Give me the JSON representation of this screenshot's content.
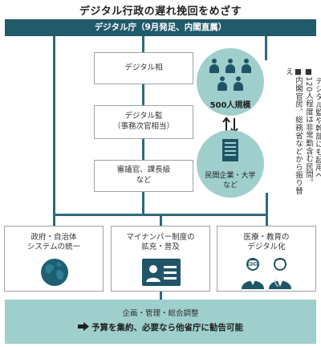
{
  "title": "デジタル行政の遅れ挽回をめざす",
  "agency": "デジタル庁（9月発足、内閣直属）",
  "roles": [
    {
      "line1": "デジタル相",
      "line2": ""
    },
    {
      "line1": "デジタル監",
      "line2": "（事務次官相当）"
    },
    {
      "line1": "審議官、課長級",
      "line2": "など"
    }
  ],
  "staff": {
    "scale": "500人規模",
    "source": "民間企業・大学",
    "source_suffix": "など",
    "note_line1": "■内閣官房、総務省などから振り替え",
    "note_line2": "■120人程度は非常勤含む民間。",
    "note_line3": "デジタル監や幹部にも起用へ"
  },
  "cards": [
    {
      "line1": "政府・自治体",
      "line2": "システムの統一",
      "icon": "globe-icon"
    },
    {
      "line1": "マイナンバー制度の",
      "line2": "拡充・普及",
      "icon": "id-card-icon"
    },
    {
      "line1": "医療・教育の",
      "line2": "デジタル化",
      "icon": "doctors-icon"
    }
  ],
  "bottom": {
    "line1": "企画・管理・総合調整",
    "line2": "予算を集約、必要なら他省庁に勧告可能"
  },
  "colors": {
    "dark_teal": "#215a6a",
    "light_teal": "#9ecfcc",
    "icon_blue": "#1f5566"
  }
}
